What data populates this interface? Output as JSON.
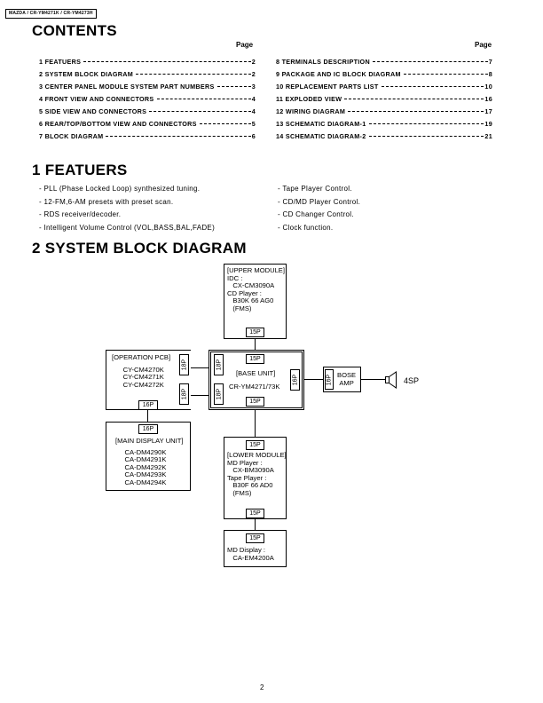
{
  "header": {
    "model_tag": "MAZDA / CR-YM4271K / CR-YM4273H"
  },
  "contents": {
    "title": "CONTENTS",
    "page_label": "Page",
    "left": [
      {
        "text": "1 FEATUERS",
        "page": "2"
      },
      {
        "text": "2 SYSTEM BLOCK DIAGRAM",
        "page": "2"
      },
      {
        "text": "3 CENTER PANEL MODULE SYSTEM PART NUMBERS",
        "page": "3"
      },
      {
        "text": "4 FRONT VIEW AND CONNECTORS",
        "page": "4"
      },
      {
        "text": "5 SIDE VIEW AND CONNECTORS",
        "page": "4"
      },
      {
        "text": "6 REAR/TOP/BOTTOM VIEW AND CONNECTORS",
        "page": "5"
      },
      {
        "text": "7 BLOCK DIAGRAM",
        "page": "6"
      }
    ],
    "right": [
      {
        "text": "8 TERMINALS DESCRIPTION",
        "page": "7"
      },
      {
        "text": "9 PACKAGE AND IC BLOCK DIAGRAM",
        "page": "8"
      },
      {
        "text": "10 REPLACEMENT PARTS LIST",
        "page": "10"
      },
      {
        "text": "11 EXPLODED VIEW",
        "page": "16"
      },
      {
        "text": "12 WIRING DIAGRAM",
        "page": "17"
      },
      {
        "text": "13 SCHEMATIC DIAGRAM-1",
        "page": "19"
      },
      {
        "text": "14 SCHEMATIC DIAGRAM-2",
        "page": "21"
      }
    ]
  },
  "features": {
    "title": "1   FEATUERS",
    "left": [
      "- PLL (Phase Locked Loop) synthesized tuning.",
      "- 12-FM,6-AM presets with preset scan.",
      "- RDS receiver/decoder.",
      "- Intelligent Volume Control (VOL,BASS,BAL,FADE)"
    ],
    "right": [
      "- Tape Player Control.",
      "- CD/MD Player Control.",
      "- CD Changer Control.",
      "- Clock function."
    ]
  },
  "diagram": {
    "title": "2   SYSTEM BLOCK DIAGRAM",
    "upper": [
      "[UPPER MODULE]",
      "IDC :",
      "   CX-CM3090A",
      "CD Player :",
      "   B30K 66 AG0",
      "   (FMS)"
    ],
    "operation": [
      "[OPERATION PCB]",
      "",
      "      CY-CM4270K",
      "      CY-CM4271K",
      "      CY-CM4272K"
    ],
    "base": [
      "[BASE UNIT]",
      "CR-YM4271/73K"
    ],
    "bose": [
      "BOSE",
      "AMP"
    ],
    "speaker": "4SP",
    "main_display": [
      "[MAIN DISPLAY UNIT]",
      "",
      "     CA-DM4290K",
      "     CA-DM4291K",
      "     CA-DM4292K",
      "     CA-DM4293K",
      "     CA-DM4294K"
    ],
    "lower": [
      "[LOWER MODULE]",
      "MD Player :",
      "   CX-BM3090A",
      "Tape Player :",
      "   B30F 66 AD0",
      "   (FMS)"
    ],
    "md_display": [
      "MD Display :",
      "   CA-EM4200A"
    ],
    "conn": {
      "p15": "15P",
      "p16": "16P",
      "p18": "18P"
    }
  },
  "footer": {
    "page_number": "2"
  }
}
